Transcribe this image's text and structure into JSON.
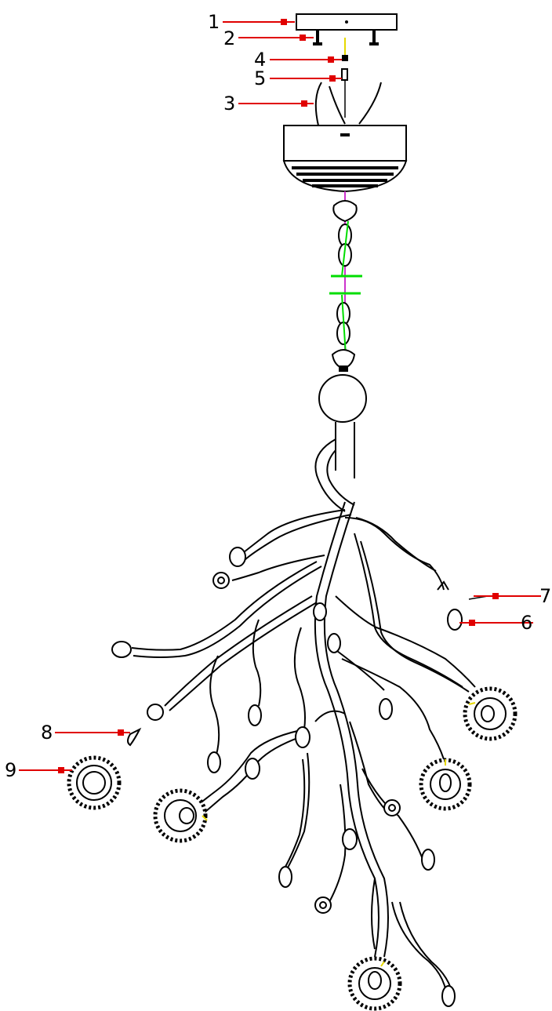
{
  "callouts": {
    "c1": "1",
    "c2": "2",
    "c3": "3",
    "c4": "4",
    "c5": "5",
    "c6": "6",
    "c7": "7",
    "c8": "8",
    "c9": "9"
  },
  "colors": {
    "leader": "#e00000",
    "ink": "#000000",
    "wire_green": "#00dd00",
    "wire_magenta": "#cc33cc",
    "wire_yellow": "#e6d800"
  }
}
